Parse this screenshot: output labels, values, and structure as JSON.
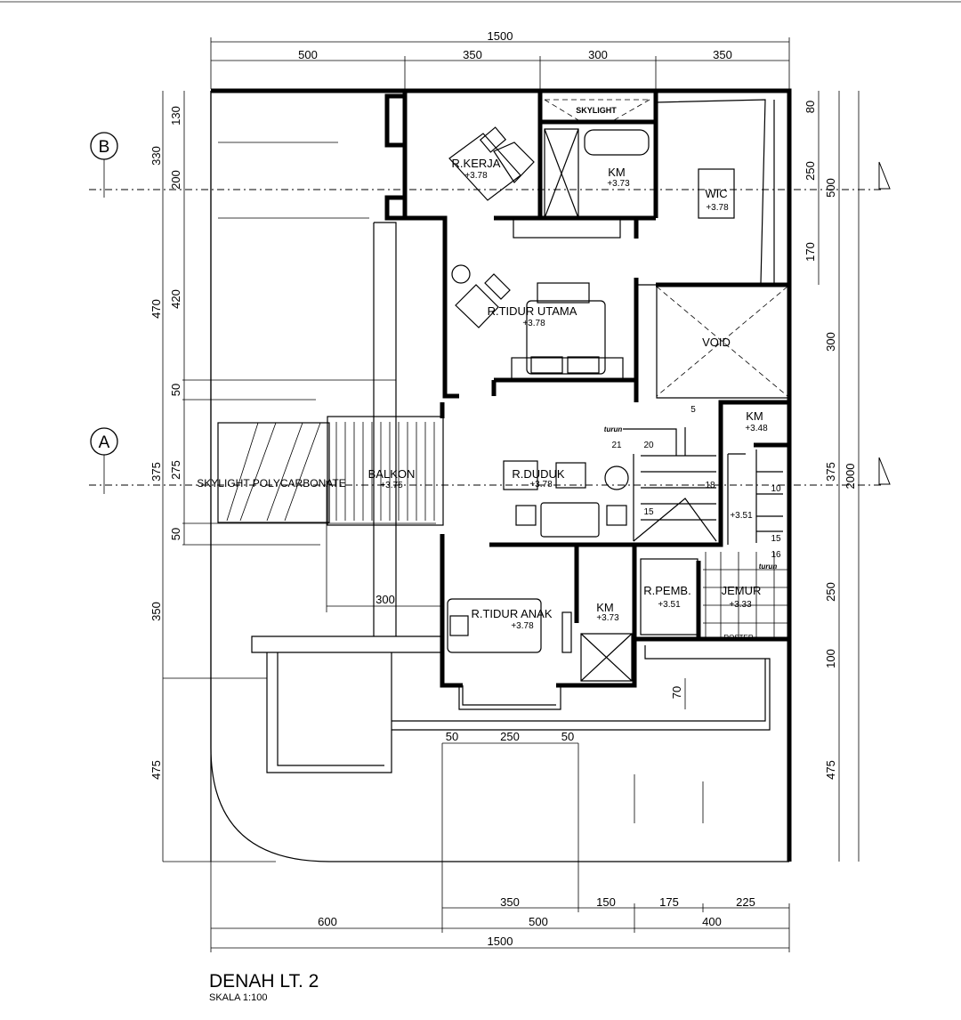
{
  "title": "DENAH LT. 2",
  "scale": "SKALA 1:100",
  "grid_axes": [
    "B",
    "A"
  ],
  "rooms": [
    {
      "name": "R.KERJA",
      "elev": "+3.78"
    },
    {
      "name": "KM",
      "elev": "+3.73"
    },
    {
      "name": "WIC",
      "elev": "+3.78"
    },
    {
      "name": "R.TIDUR UTAMA",
      "elev": "+3.78"
    },
    {
      "name": "VOID",
      "elev": ""
    },
    {
      "name": "KM",
      "elev": "+3.48"
    },
    {
      "name": "R.DUDUK",
      "elev": "+3.78"
    },
    {
      "name": "SKYLIGHT POLYCARBONATE",
      "elev": ""
    },
    {
      "name": "BALKON",
      "elev": "+3.75"
    },
    {
      "name": "R.TIDUR ANAK",
      "elev": "+3.78"
    },
    {
      "name": "KM",
      "elev": "+3.73"
    },
    {
      "name": "R.PEMB.",
      "elev": "+3.51"
    },
    {
      "name": "JEMUR",
      "elev": "+3.33"
    }
  ],
  "annotations": {
    "skylight_top": "SKYLIGHT",
    "turun1": "turun",
    "turun2": "turun",
    "roster": "ROSTER",
    "stair_landing": "+3.51",
    "steps": [
      "5",
      "21",
      "20",
      "18",
      "15",
      "10",
      "15",
      "16"
    ]
  },
  "dims": {
    "top_total": "1500",
    "top": [
      "500",
      "350",
      "300",
      "350"
    ],
    "left_outer": [
      "330",
      "470",
      "375",
      "350",
      "475"
    ],
    "left_inner": [
      "130",
      "200",
      "420",
      "50",
      "275",
      "50"
    ],
    "right_a": [
      "80",
      "250",
      "170"
    ],
    "right_b": [
      "500",
      "300",
      "375",
      "250",
      "100",
      "475"
    ],
    "right_total": "2000",
    "bottom_1": [
      "350",
      "150",
      "175",
      "225"
    ],
    "bottom_2": [
      "600",
      "500",
      "400"
    ],
    "bottom_total": "1500",
    "mid": [
      "50",
      "250",
      "50"
    ],
    "mid_300": "300",
    "mid_70": "70"
  }
}
